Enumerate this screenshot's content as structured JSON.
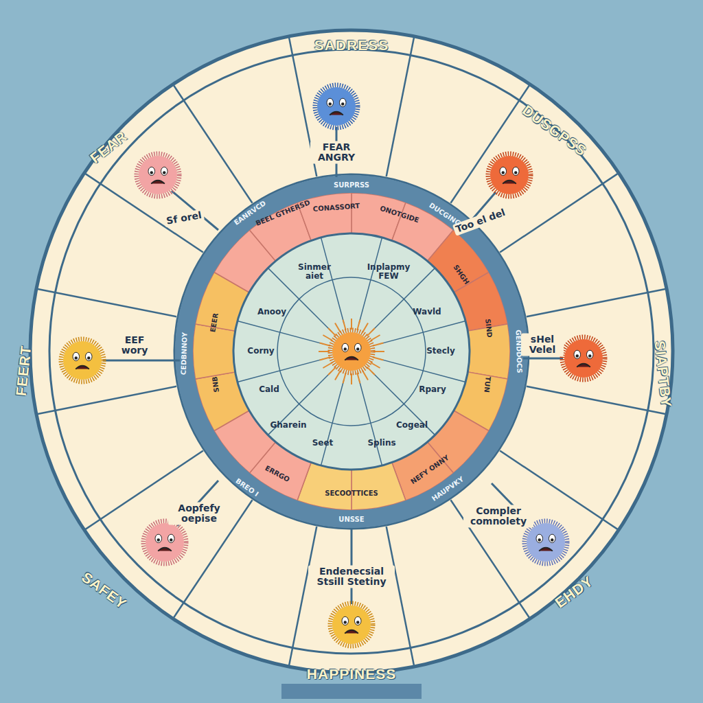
{
  "diagram": {
    "labels": [
      "SADRESS",
      "FEAR",
      "DUSGPSS",
      "FEERT",
      "SIAPTBY",
      "SAFEY",
      "EHDY",
      "HAPPINESS",
      "FEAR ANGRY",
      "Sf orel",
      "Too el del",
      "EEF wory",
      "sHel Velel",
      "Aopfefy oepise",
      "Compler comnolety",
      "Endenecsial Stsill Stetiny",
      "SURPRSS",
      "DUCGING",
      "UNSSE",
      "HAUPVKY",
      "EANRVCD",
      "CEDBNNOY",
      "GENDDOCS",
      "BREO I",
      "BEEL GTHERSD",
      "CONASSORT",
      "ONOTGIDE",
      "SHGH",
      "SIND",
      "TUN",
      "NEFY ONNY",
      "SECOOTTICES",
      "ERRGO",
      "EEER",
      "SNB",
      "Sinmer aiet",
      "Inplapmy FEW",
      "Anooy",
      "Wavld",
      "Corny",
      "Stecly",
      "Cald",
      "Rpary",
      "Gharein",
      "Cogeal",
      "Seet",
      "Splins"
    ]
  }
}
